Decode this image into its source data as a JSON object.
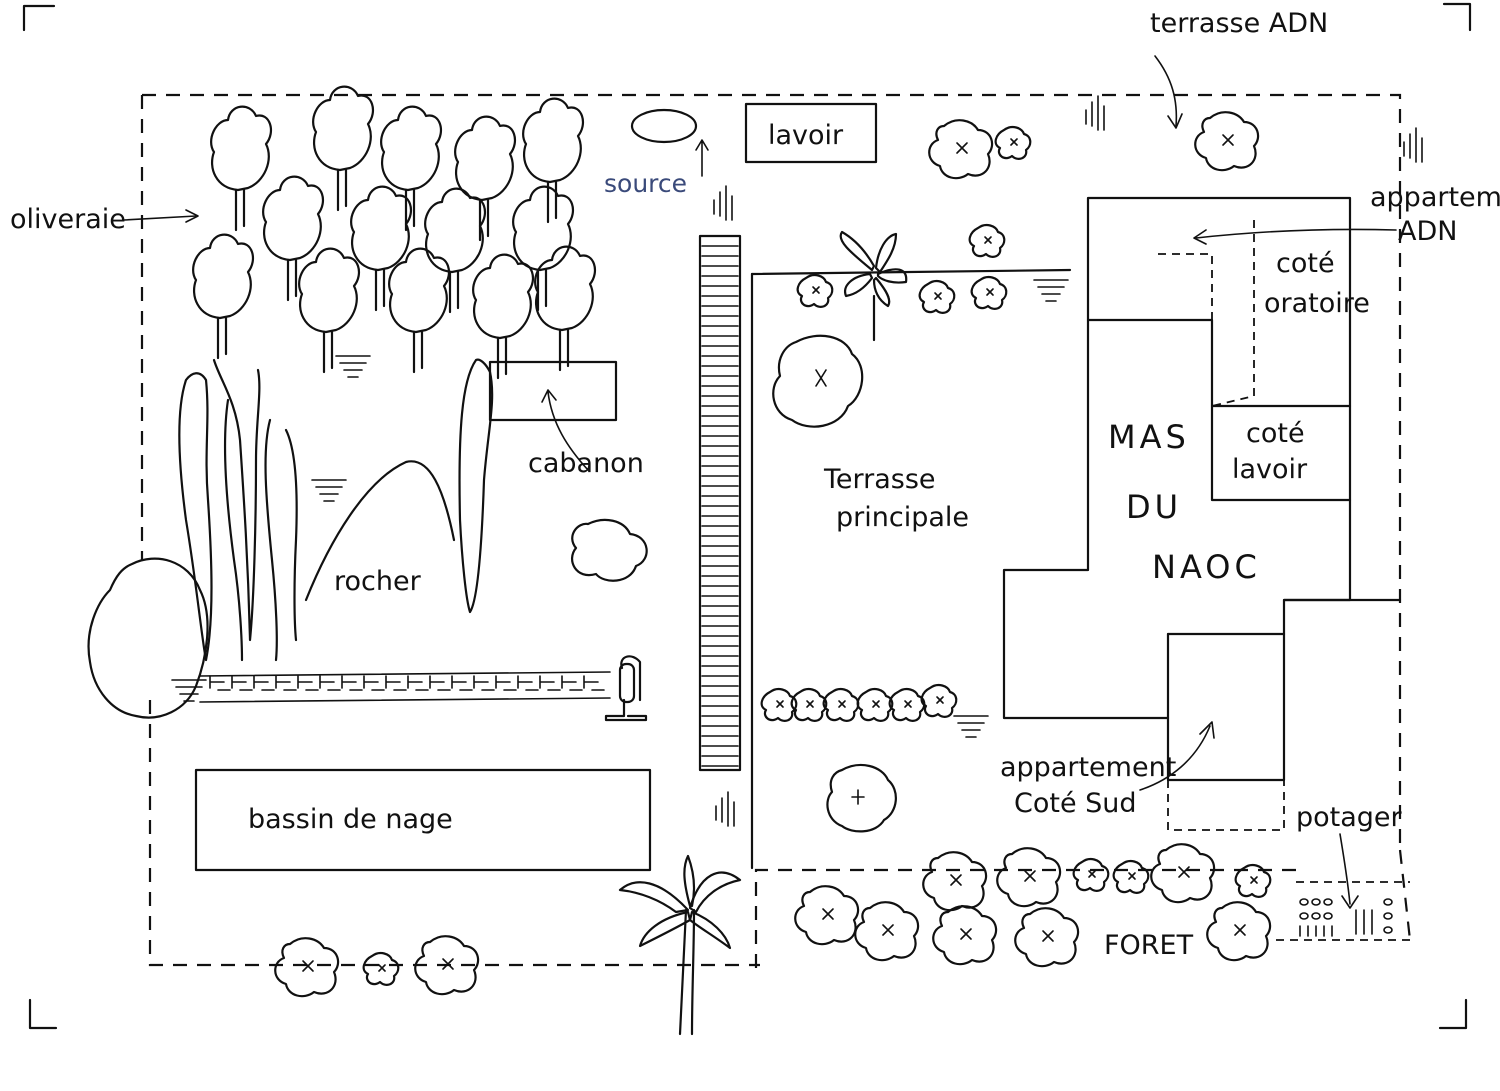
{
  "labels": {
    "terrasse_adn": "terrasse ADN",
    "oliveraie": "oliveraie",
    "source": "source",
    "lavoir": "lavoir",
    "appartement_adn_1": "appartement",
    "appartement_adn_2": "ADN",
    "cote_oratoire_1": "coté",
    "cote_oratoire_2": "oratoire",
    "cote_lavoir_1": "coté",
    "cote_lavoir_2": "lavoir",
    "cabanon": "cabanon",
    "terrasse_principale_1": "Terrasse",
    "terrasse_principale_2": "principale",
    "mas": "MAS",
    "du": "DU",
    "naoc": "NAOC",
    "rocher": "rocher",
    "appartement_sud_1": "appartement",
    "appartement_sud_2": "Coté Sud",
    "bassin": "bassin de nage",
    "potager": "potager",
    "foret": "FORET"
  }
}
